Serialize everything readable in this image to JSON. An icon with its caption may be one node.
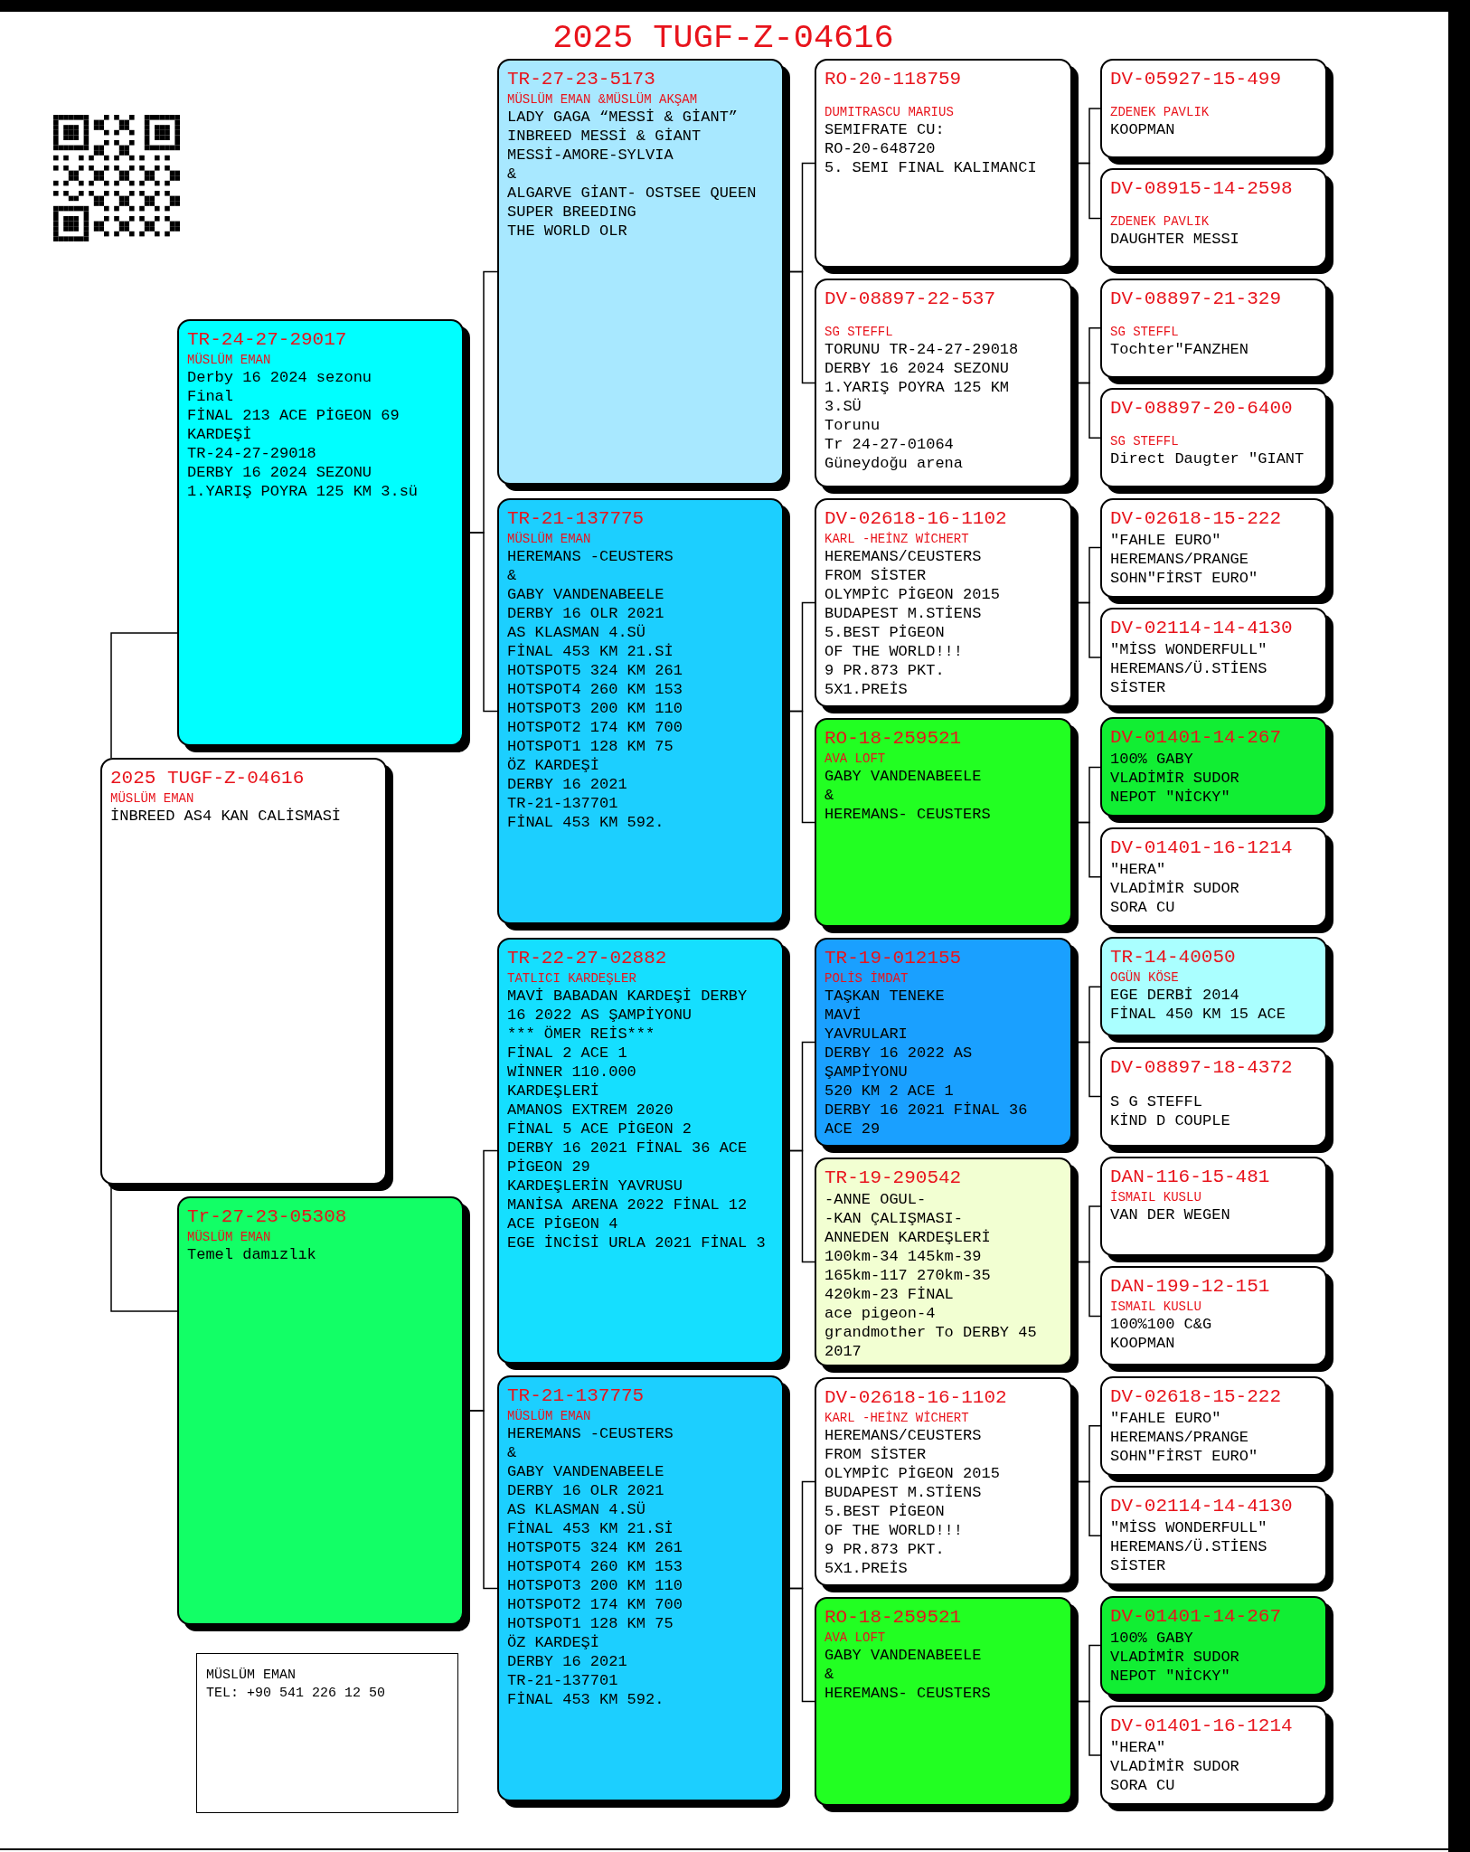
{
  "diagram": {
    "title": "2025 TUGF-Z-04616",
    "nodes": [
      {
        "text": [
          "2025 TUGF-Z-04616",
          "MÜSLÜM EMAN",
          "İNBREED AS4 KAN CALİSMASİ"
        ]
      },
      {
        "text": [
          "TR-24-27-29017",
          "MÜSLÜM EMAN",
          "Derby 16 2024 sezonu",
          "Final",
          "FİNAL 213 ACE PİGEON 69",
          "KARDEŞİ",
          "TR-24-27-29018",
          "DERBY 16 2024 SEZONU",
          "1.YARIŞ POYRA 125 KM 3.sü"
        ]
      },
      {
        "text": [
          "Tr-27-23-05308",
          "MÜSLÜM EMAN",
          "Temel damızlık"
        ]
      },
      {
        "text": [
          "TR-27-23-5173",
          "MÜSLÜM EMAN &MÜSLÜM AKŞAM",
          "LADY GAGA “MESSİ & GİANT”",
          "INBREED MESSİ & GİANT",
          "MESSİ-AMORE-SYLVIA",
          "&",
          "ALGARVE GİANT- OSTSEE QUEEN",
          "SUPER BREEDING",
          "THE WORLD OLR"
        ]
      },
      {
        "text": [
          "TR-21-137775",
          "MÜSLÜM EMAN",
          "HEREMANS -CEUSTERS",
          "&",
          "GABY VANDENABEELE",
          "DERBY 16 OLR 2021",
          "AS KLASMAN 4.SÜ",
          "FİNAL 453 KM 21.Sİ",
          "HOTSPOT5 324 KM 261",
          "HOTSPOT4 260 KM 153",
          "HOTSPOT3 200 KM 110",
          "HOTSPOT2 174 KM 700",
          "HOTSPOT1 128 KM 75",
          "ÖZ KARDEŞİ",
          "DERBY 16 2021",
          "TR-21-137701",
          "FİNAL 453 KM 592."
        ]
      },
      {
        "text": [
          "TR-22-27-02882",
          "TATLICI KARDEŞLER",
          "MAVİ BABADAN KARDEŞİ DERBY 16 2022 AS ŞAMPİYONU",
          "*** ÖMER REİS***",
          "FİNAL 2 ACE 1",
          "WİNNER 110.000",
          "KARDEŞLERİ",
          "AMANOS EXTREM 2020",
          "FİNAL 5 ACE PİGEON 2",
          "DERBY 16 2021 FİNAL 36 ACE PİGEON 29",
          "KARDEŞLERİN YAVRUSU",
          "MANİSA ARENA 2022 FİNAL 12 ACE PİGEON 4",
          "EGE İNCİSİ URLA 2021 FİNAL 3"
        ]
      },
      {
        "text": [
          "TR-21-137775",
          "MÜSLÜM EMAN",
          "HEREMANS -CEUSTERS",
          "&",
          "GABY VANDENABEELE",
          "DERBY 16 OLR 2021",
          "AS KLASMAN 4.SÜ",
          "FİNAL 453 KM 21.Sİ",
          "HOTSPOT5 324 KM 261",
          "HOTSPOT4 260 KM 153",
          "HOTSPOT3 200 KM 110",
          "HOTSPOT2 174 KM 700",
          "HOTSPOT1 128 KM 75",
          "ÖZ KARDEŞİ",
          "DERBY 16 2021",
          "TR-21-137701",
          "FİNAL 453 KM 592."
        ]
      },
      {
        "text": [
          "RO-20-118759",
          "DUMITRASCU MARIUS",
          "SEMIFRATE CU:",
          "RO-20-648720",
          "5. SEMI FINAL KALIMANCI"
        ]
      },
      {
        "text": [
          "DV-08897-22-537",
          "SG STEFFL",
          "TORUNU TR-24-27-29018",
          "DERBY 16 2024 SEZONU",
          "1.YARIŞ POYRA 125 KM",
          "3.SÜ",
          "Torunu",
          "Tr 24-27-01064",
          "Güneydoğu arena"
        ]
      },
      {
        "text": [
          "DV-02618-16-1102",
          "KARL -HEİNZ WİCHERT",
          "HEREMANS/CEUSTERS",
          "FROM SİSTER",
          "OLYMPİC PİGEON 2015",
          "BUDAPEST M.STİENS",
          "5.BEST PİGEON",
          "OF THE WORLD!!!",
          "9 PR.873 PKT.",
          "5X1.PREİS"
        ]
      },
      {
        "text": [
          "RO-18-259521",
          "AVA LOFT",
          "GABY VANDENABEELE",
          "&",
          "HEREMANS- CEUSTERS"
        ]
      },
      {
        "text": [
          "TR-19-012155",
          "POLİS İMDAT",
          "TAŞKAN TENEKE",
          "MAVİ",
          "YAVRULARI",
          "DERBY 16 2022 AS ŞAMPİYONU",
          "520 KM 2 ACE 1",
          "DERBY 16 2021 FİNAL 36 ACE 29"
        ]
      },
      {
        "text": [
          "TR-19-290542",
          "-ANNE OGUL-",
          "-KAN ÇALIŞMASI-",
          "ANNEDEN KARDEŞLERİ",
          "100km-34 145km-39",
          "165km-117 270km-35",
          "420km-23 FİNAL",
          "ace pigeon-4",
          "grandmother To DERBY 45 2017"
        ]
      },
      {
        "text": [
          "DV-02618-16-1102",
          "KARL -HEİNZ WİCHERT",
          "HEREMANS/CEUSTERS",
          "FROM SİSTER",
          "OLYMPİC PİGEON 2015",
          "BUDAPEST M.STİENS",
          "5.BEST PİGEON",
          "OF THE WORLD!!!",
          "9 PR.873 PKT.",
          "5X1.PREİS"
        ]
      },
      {
        "text": [
          "RO-18-259521",
          "AVA LOFT",
          "GABY VANDENABEELE",
          "&",
          "HEREMANS- CEUSTERS"
        ]
      },
      {
        "text": [
          "DV-05927-15-499",
          "ZDENEK PAVLIK",
          "KOOPMAN"
        ]
      },
      {
        "text": [
          "DV-08915-14-2598",
          "ZDENEK PAVLIK",
          "DAUGHTER MESSI"
        ]
      },
      {
        "text": [
          "DV-08897-21-329",
          "SG STEFFL",
          "Tochter″FANZHEN"
        ]
      },
      {
        "text": [
          "DV-08897-20-6400",
          "SG STEFFL",
          "Direct Daugter ″GIANT"
        ]
      },
      {
        "text": [
          "DV-02618-15-222",
          "″FAHLE EURO″",
          "HEREMANS/PRANGE",
          "SOHN″FİRST EURO″"
        ]
      },
      {
        "text": [
          "DV-02114-14-4130",
          "″MİSS WONDERFULL″",
          "HEREMANS/Ü.STİENS",
          "SİSTER"
        ]
      },
      {
        "text": [
          "DV-01401-14-267",
          "100% GABY",
          "VLADİMİR SUDOR",
          "NEPOT ″NİCKY″"
        ]
      },
      {
        "text": [
          "DV-01401-16-1214",
          "″HERA″",
          "VLADİMİR SUDOR",
          "SORA CU"
        ]
      },
      {
        "text": [
          "TR-14-40050",
          "OGÜN KÖSE",
          "EGE DERBİ 2014",
          "FİNAL 450 KM 15 ACE"
        ]
      },
      {
        "text": [
          "DV-08897-18-4372",
          "S G STEFFL",
          "KİND D COUPLE"
        ]
      },
      {
        "text": [
          "DAN-116-15-481",
          "İSMAIL KUSLU",
          "VAN DER WEGEN"
        ]
      },
      {
        "text": [
          "DAN-199-12-151",
          "ISMAIL KUSLU",
          "100%100 C&G",
          "KOOPMAN"
        ]
      },
      {
        "text": [
          "DV-02618-15-222",
          "″FAHLE EURO″",
          "HEREMANS/PRANGE",
          "SOHN″FİRST EURO″"
        ]
      },
      {
        "text": [
          "DV-02114-14-4130",
          "″MİSS WONDERFULL″",
          "HEREMANS/Ü.STİENS",
          "SİSTER"
        ]
      },
      {
        "text": [
          "DV-01401-14-267",
          "100% GABY",
          "VLADİMİR SUDOR",
          "NEPOT ″NİCKY″"
        ]
      },
      {
        "text": [
          "DV-01401-16-1214",
          "″HERA″",
          "VLADİMİR SUDOR",
          "SORA CU"
        ]
      },
      {
        "text": [
          "MÜSLÜM EMAN",
          "TEL: +90 541 226 12 50"
        ]
      }
    ],
    "edges": [
      {
        "from": 0,
        "to": 1,
        "arrow": "none"
      },
      {
        "from": 0,
        "to": 2,
        "arrow": "none"
      },
      {
        "from": 1,
        "to": 3,
        "arrow": "none"
      },
      {
        "from": 1,
        "to": 4,
        "arrow": "none"
      },
      {
        "from": 2,
        "to": 5,
        "arrow": "none"
      },
      {
        "from": 2,
        "to": 6,
        "arrow": "none"
      },
      {
        "from": 3,
        "to": 7,
        "arrow": "none"
      },
      {
        "from": 3,
        "to": 8,
        "arrow": "none"
      },
      {
        "from": 4,
        "to": 9,
        "arrow": "none"
      },
      {
        "from": 4,
        "to": 10,
        "arrow": "none"
      },
      {
        "from": 5,
        "to": 11,
        "arrow": "none"
      },
      {
        "from": 5,
        "to": 12,
        "arrow": "none"
      },
      {
        "from": 6,
        "to": 13,
        "arrow": "none"
      },
      {
        "from": 6,
        "to": 14,
        "arrow": "none"
      },
      {
        "from": 7,
        "to": 15,
        "arrow": "none"
      },
      {
        "from": 7,
        "to": 16,
        "arrow": "none"
      },
      {
        "from": 8,
        "to": 17,
        "arrow": "none"
      },
      {
        "from": 8,
        "to": 18,
        "arrow": "none"
      },
      {
        "from": 9,
        "to": 19,
        "arrow": "none"
      },
      {
        "from": 9,
        "to": 20,
        "arrow": "none"
      },
      {
        "from": 10,
        "to": 21,
        "arrow": "none"
      },
      {
        "from": 10,
        "to": 22,
        "arrow": "none"
      },
      {
        "from": 11,
        "to": 23,
        "arrow": "none"
      },
      {
        "from": 11,
        "to": 24,
        "arrow": "none"
      },
      {
        "from": 12,
        "to": 25,
        "arrow": "none"
      },
      {
        "from": 12,
        "to": 26,
        "arrow": "none"
      },
      {
        "from": 13,
        "to": 27,
        "arrow": "none"
      },
      {
        "from": 13,
        "to": 28,
        "arrow": "none"
      },
      {
        "from": 14,
        "to": 29,
        "arrow": "none"
      },
      {
        "from": 14,
        "to": 30,
        "arrow": "none"
      }
    ]
  }
}
